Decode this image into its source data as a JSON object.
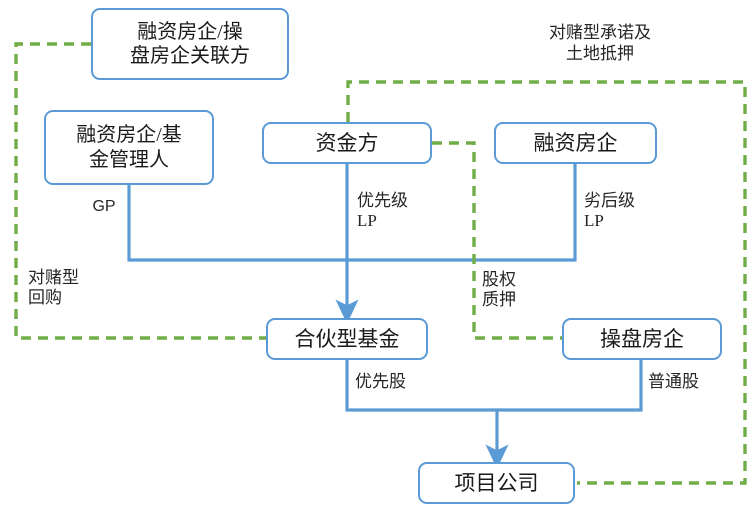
{
  "diagram": {
    "title_note_top_right": "对赌型承诺及\n土地抵押",
    "colors": {
      "solid_line": "#5B9BD5",
      "dashed_line": "#70AD47",
      "node_border": "#5B9BD5",
      "text": "#262626"
    },
    "nodes": [
      {
        "id": "affiliate",
        "label": "融资房企/操\n盘房企关联方"
      },
      {
        "id": "gp",
        "label": "融资房企/基\n金管理人"
      },
      {
        "id": "funder",
        "label": "资金方"
      },
      {
        "id": "developer",
        "label": "融资房企"
      },
      {
        "id": "fund",
        "label": "合伙型基金"
      },
      {
        "id": "operator",
        "label": "操盘房企"
      },
      {
        "id": "project",
        "label": "项目公司"
      }
    ],
    "edge_labels": [
      {
        "id": "gp-label",
        "text": "GP"
      },
      {
        "id": "senior-lp-label",
        "text": "优先级\nLP"
      },
      {
        "id": "junior-lp-label",
        "text": "劣后级\nLP"
      },
      {
        "id": "buyback-label",
        "text": "对赌型\n回购"
      },
      {
        "id": "equity-pledge",
        "text": "股权\n质押"
      },
      {
        "id": "preferred-share",
        "text": "优先股"
      },
      {
        "id": "common-share",
        "text": "普通股"
      }
    ]
  }
}
